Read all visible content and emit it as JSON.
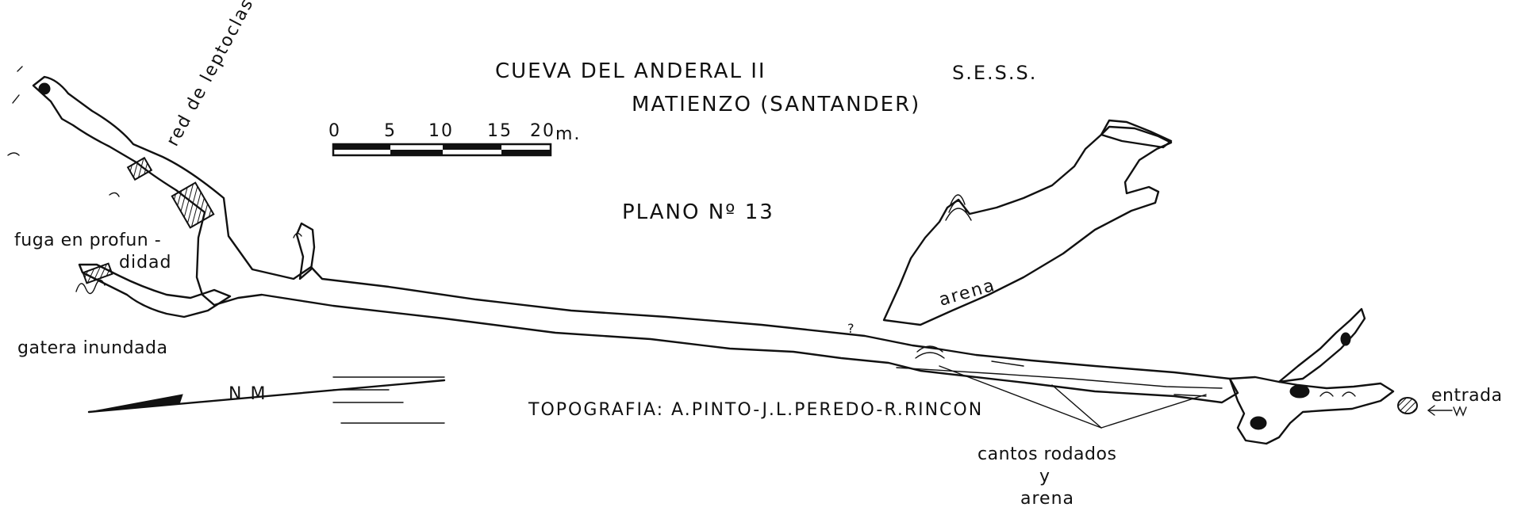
{
  "header": {
    "title": "CUEVA DEL ANDERAL II",
    "location": "MATIENZO (SANTANDER)",
    "club": "S.E.S.S.",
    "plan_number": "PLANO Nº 13"
  },
  "scale_bar": {
    "ticks": [
      "0",
      "5",
      "10",
      "15",
      "20"
    ],
    "unit": "m.",
    "values_m": [
      0,
      5,
      10,
      15,
      20
    ]
  },
  "north_arrow": {
    "label": "N M"
  },
  "credits": "TOPOGRAFIA: A.PINTO-J.L.PEREDO-R.RINCON",
  "labels": {
    "leptoclasas": "red de leptoclasas",
    "fuga_line1": "fuga en profun -",
    "fuga_line2": "didad",
    "gatera": "gatera inundada",
    "arena": "arena",
    "entrada": "entrada",
    "cantos_line1": "cantos rodados",
    "cantos_line2": "y",
    "cantos_line3": "arena",
    "question_mark": "?"
  },
  "symbols": {
    "stream_arrow": "stream-arrow-icon",
    "stalagmite": "stalagmite-icon",
    "water": "water-icon"
  },
  "colors": {
    "ink": "#111111",
    "paper": "#ffffff"
  }
}
